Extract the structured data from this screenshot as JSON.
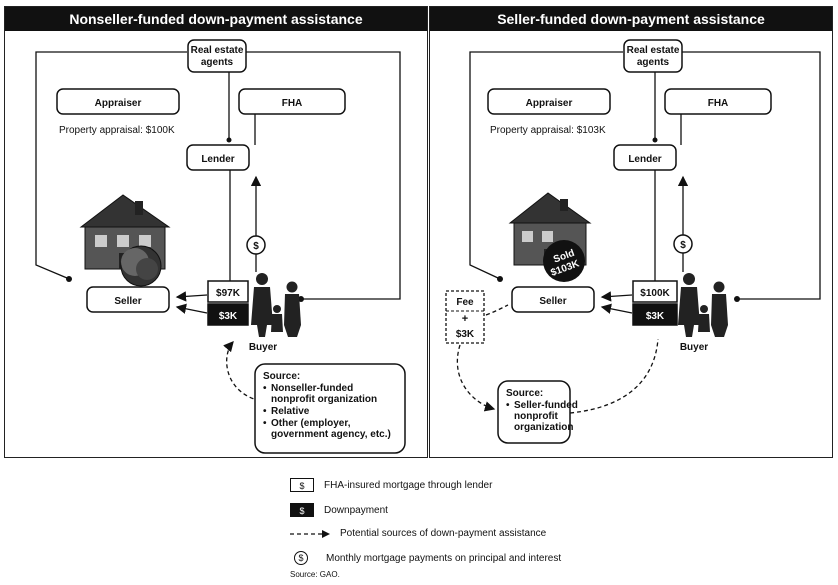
{
  "left": {
    "header": "Nonseller-funded down-payment assistance",
    "agents": [
      "Real estate",
      "agents"
    ],
    "appraiser": "Appraiser",
    "fha": "FHA",
    "appraisal": "Property appraisal: $100K",
    "lender": "Lender",
    "seller": "Seller",
    "dollar": "$",
    "mortgage_amount": "$97K",
    "downpayment": "$3K",
    "buyer": "Buyer",
    "source_title": "Source:",
    "source_items": [
      "Nonseller-funded",
      "nonprofit organization",
      "Relative",
      "Other (employer,",
      "government agency, etc.)"
    ]
  },
  "right": {
    "header": "Seller-funded down-payment assistance",
    "agents": [
      "Real estate",
      "agents"
    ],
    "appraiser": "Appraiser",
    "fha": "FHA",
    "appraisal": "Property appraisal: $103K",
    "lender": "Lender",
    "seller": "Seller",
    "dollar": "$",
    "mortgage_amount": "$100K",
    "downpayment": "$3K",
    "buyer": "Buyer",
    "sold": [
      "Sold",
      "$103K"
    ],
    "fee": "Fee",
    "plus": "+",
    "fee_amount": "$3K",
    "source_title": "Source:",
    "source_items": [
      "Seller-funded",
      "nonprofit",
      "organization"
    ]
  },
  "legend": {
    "mortgage_symbol": "$",
    "mortgage_text": "FHA-insured mortgage through lender",
    "downpayment_symbol": "$",
    "downpayment_text": "Downpayment",
    "dash_text": "Potential sources of down-payment assistance",
    "monthly_symbol": "$",
    "monthly_text": "Monthly mortgage payments on principal and interest",
    "source": "Source: GAO."
  }
}
